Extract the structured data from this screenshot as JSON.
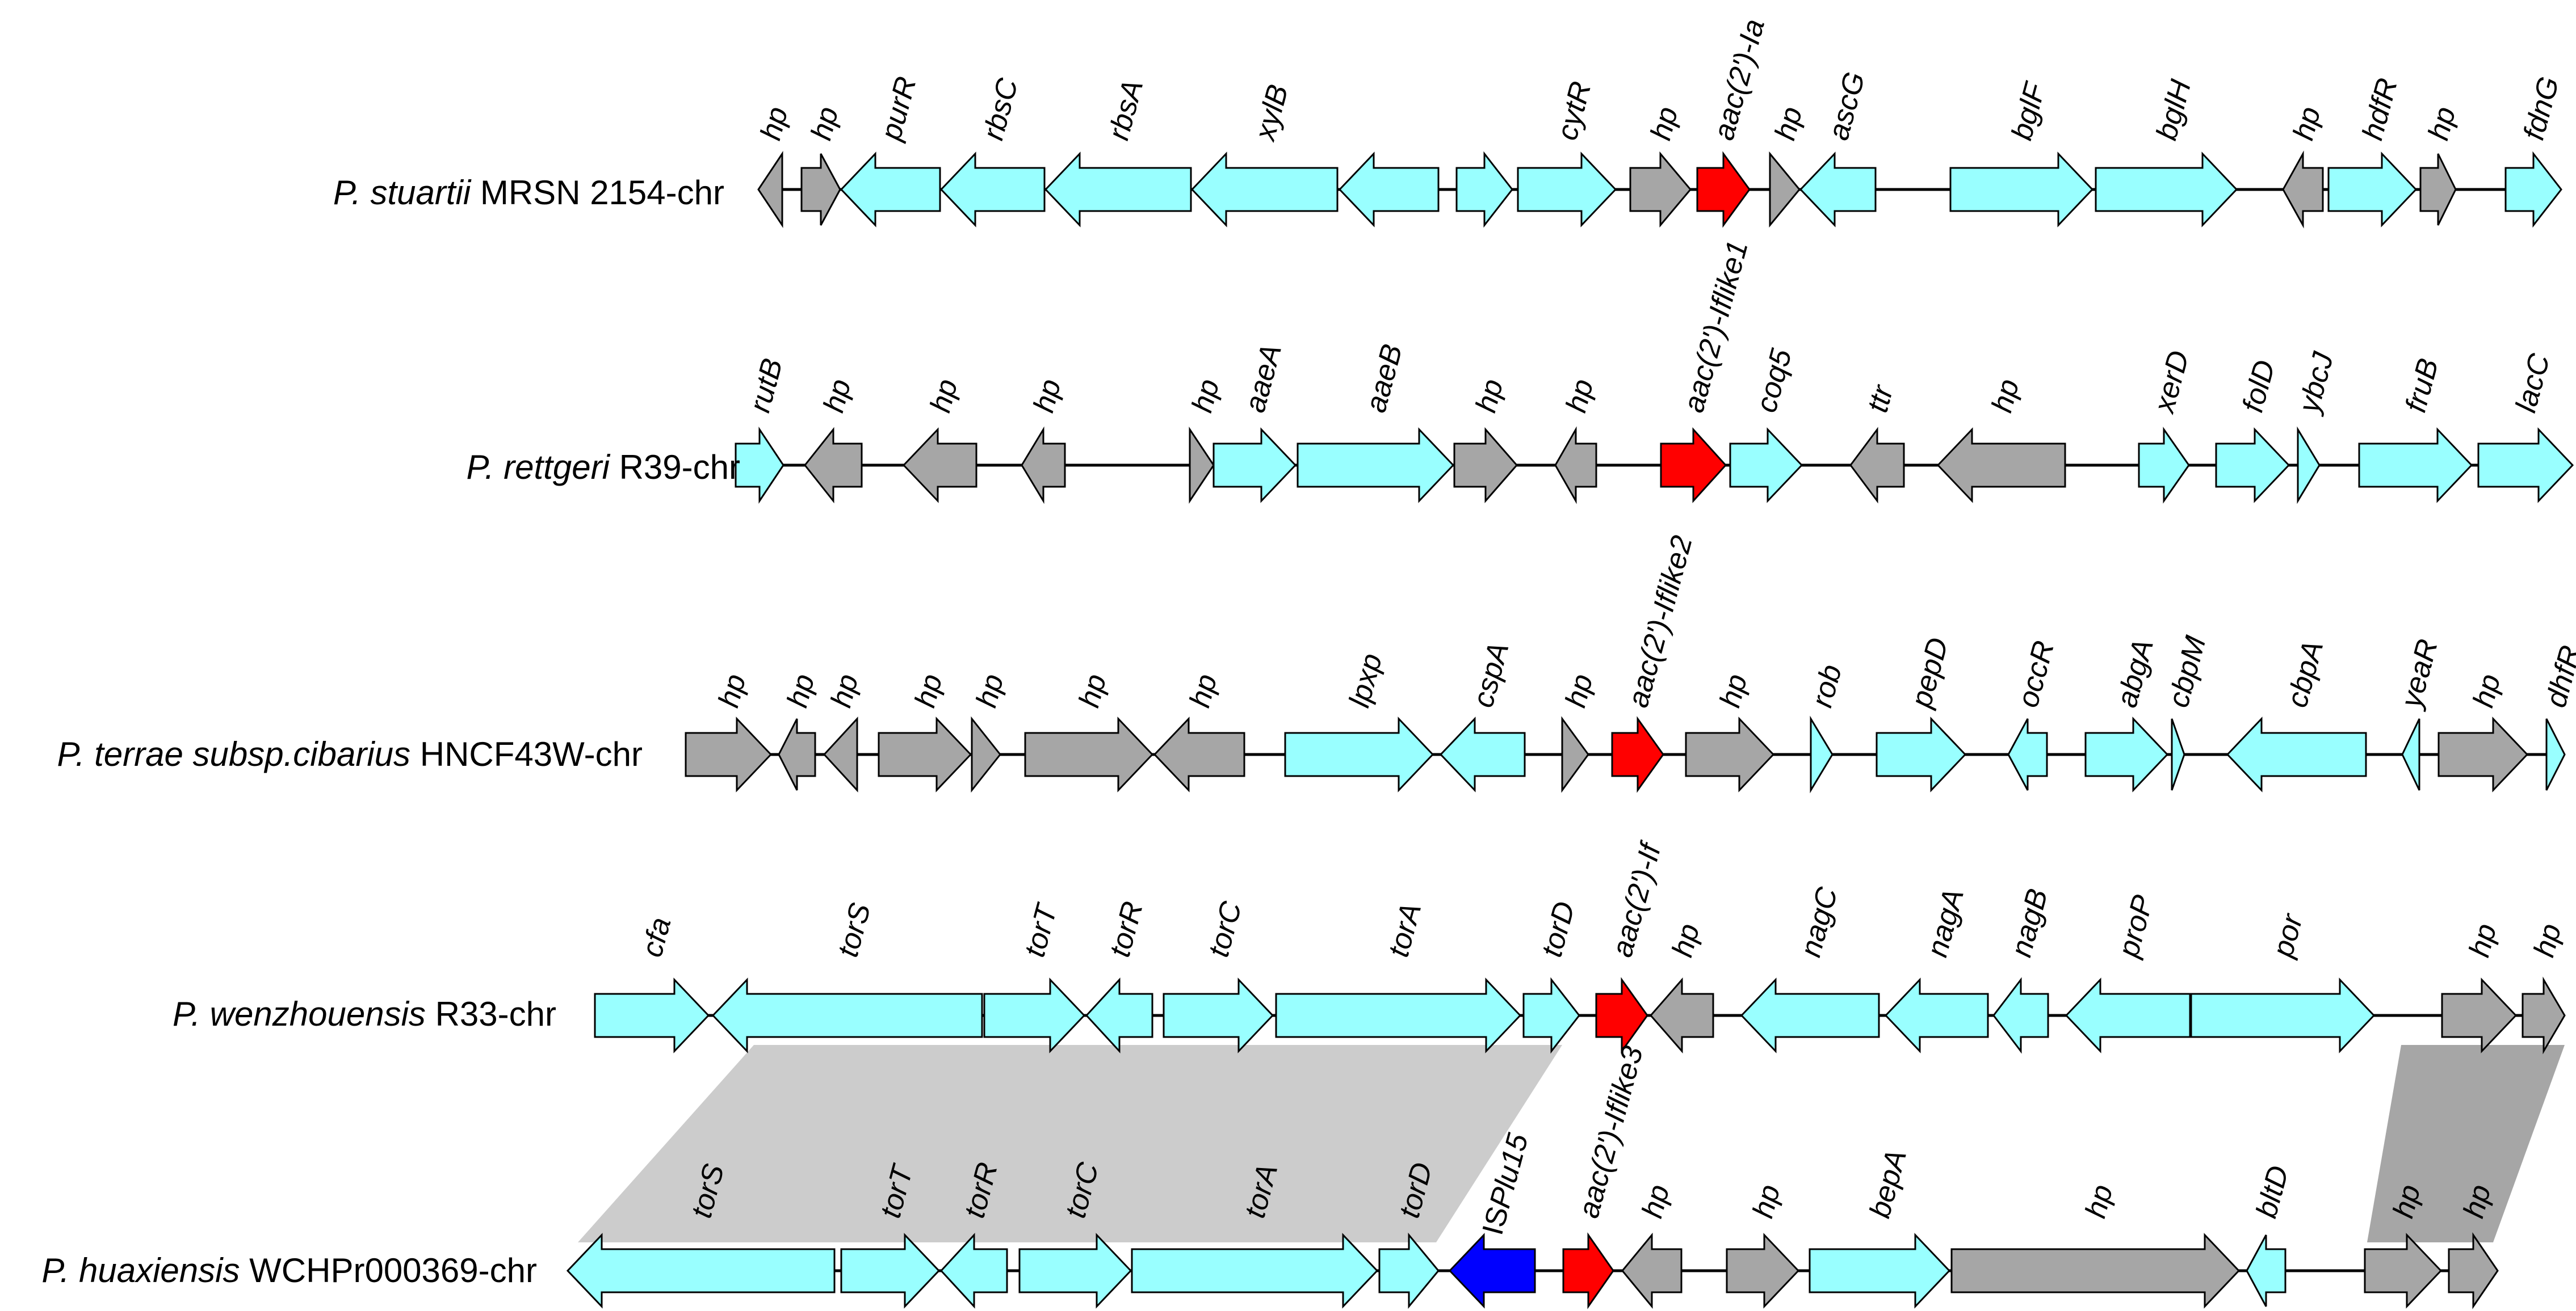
{
  "colors": {
    "hypothetical": "#a6a6a6",
    "gene": "#99ffff",
    "aac": "#ff0000",
    "is_element": "#0000ff",
    "synteny_light": "#cccccc",
    "synteny_dark": "#a6a6a6",
    "outline": "#000000"
  },
  "tracks": [
    {
      "species": "P. stuartii",
      "strain": " MRSN 2154-chr",
      "genes": [
        {
          "label": "hp",
          "kind": "hp",
          "strand": "-"
        },
        {
          "label": "hp",
          "kind": "hp",
          "strand": "+"
        },
        {
          "label": "purR",
          "kind": "gene",
          "strand": "-"
        },
        {
          "label": "rbsC",
          "kind": "gene",
          "strand": "-"
        },
        {
          "label": "rbsA",
          "kind": "gene",
          "strand": "-"
        },
        {
          "label": "xylB",
          "kind": "gene",
          "strand": "-"
        },
        {
          "label": "",
          "kind": "gene",
          "strand": "-"
        },
        {
          "label": "",
          "kind": "gene",
          "strand": "+"
        },
        {
          "label": "cytR",
          "kind": "gene",
          "strand": "+"
        },
        {
          "label": "hp",
          "kind": "hp",
          "strand": "+"
        },
        {
          "label": "aac(2')-Ia",
          "kind": "aac",
          "strand": "+"
        },
        {
          "label": "hp",
          "kind": "hp",
          "strand": "+"
        },
        {
          "label": "ascG",
          "kind": "gene",
          "strand": "-"
        },
        {
          "label": "bglF",
          "kind": "gene",
          "strand": "+"
        },
        {
          "label": "bglH",
          "kind": "gene",
          "strand": "+"
        },
        {
          "label": "hp",
          "kind": "hp",
          "strand": "-"
        },
        {
          "label": "hdfR",
          "kind": "gene",
          "strand": "+"
        },
        {
          "label": "hp",
          "kind": "hp",
          "strand": "+"
        },
        {
          "label": "fdnG",
          "kind": "gene",
          "strand": "+"
        }
      ]
    },
    {
      "species": "P. rettgeri",
      "strain": " R39-chr",
      "genes": [
        {
          "label": "rutB",
          "kind": "gene",
          "strand": "+"
        },
        {
          "label": "hp",
          "kind": "hp",
          "strand": "-"
        },
        {
          "label": "hp",
          "kind": "hp",
          "strand": "-"
        },
        {
          "label": "hp",
          "kind": "hp",
          "strand": "-"
        },
        {
          "label": "hp",
          "kind": "hp",
          "strand": "+"
        },
        {
          "label": "aaeA",
          "kind": "gene",
          "strand": "+"
        },
        {
          "label": "aaeB",
          "kind": "gene",
          "strand": "+"
        },
        {
          "label": "hp",
          "kind": "hp",
          "strand": "+"
        },
        {
          "label": "hp",
          "kind": "hp",
          "strand": "-"
        },
        {
          "label": "aac(2')-Iflike1",
          "kind": "aac",
          "strand": "+"
        },
        {
          "label": "coq5",
          "kind": "gene",
          "strand": "+"
        },
        {
          "label": "ttr",
          "kind": "hp",
          "strand": "-"
        },
        {
          "label": "hp",
          "kind": "hp",
          "strand": "-"
        },
        {
          "label": "xerD",
          "kind": "gene",
          "strand": "+"
        },
        {
          "label": "folD",
          "kind": "gene",
          "strand": "+"
        },
        {
          "label": "ybcJ",
          "kind": "gene",
          "strand": "+"
        },
        {
          "label": "fruB",
          "kind": "gene",
          "strand": "+"
        },
        {
          "label": "lacC",
          "kind": "gene",
          "strand": "+"
        }
      ]
    },
    {
      "species": "P. terrae subsp.cibarius",
      "strain": " HNCF43W-chr",
      "genes": [
        {
          "label": "hp",
          "kind": "hp",
          "strand": "+"
        },
        {
          "label": "hp",
          "kind": "hp",
          "strand": "-"
        },
        {
          "label": "hp",
          "kind": "hp",
          "strand": "-"
        },
        {
          "label": "hp",
          "kind": "hp",
          "strand": "+"
        },
        {
          "label": "hp",
          "kind": "hp",
          "strand": "+"
        },
        {
          "label": "hp",
          "kind": "hp",
          "strand": "+"
        },
        {
          "label": "hp",
          "kind": "hp",
          "strand": "-"
        },
        {
          "label": "lpxp",
          "kind": "gene",
          "strand": "+"
        },
        {
          "label": "cspA",
          "kind": "gene",
          "strand": "-"
        },
        {
          "label": "hp",
          "kind": "hp",
          "strand": "+"
        },
        {
          "label": "aac(2')-Iflike2",
          "kind": "aac",
          "strand": "+"
        },
        {
          "label": "hp",
          "kind": "hp",
          "strand": "+"
        },
        {
          "label": "rob",
          "kind": "gene",
          "strand": "+"
        },
        {
          "label": "pepD",
          "kind": "gene",
          "strand": "+"
        },
        {
          "label": "occR",
          "kind": "gene",
          "strand": "-"
        },
        {
          "label": "abgA",
          "kind": "gene",
          "strand": "+"
        },
        {
          "label": "cbpM",
          "kind": "gene",
          "strand": "+"
        },
        {
          "label": "cbpA",
          "kind": "gene",
          "strand": "-"
        },
        {
          "label": "yeaR",
          "kind": "gene",
          "strand": "-"
        },
        {
          "label": "hp",
          "kind": "hp",
          "strand": "+"
        },
        {
          "label": "dhfR",
          "kind": "gene",
          "strand": "+"
        }
      ]
    },
    {
      "species": "P. wenzhouensis",
      "strain": " R33-chr",
      "genes": [
        {
          "label": "cfa",
          "kind": "gene",
          "strand": "+"
        },
        {
          "label": "torS",
          "kind": "gene",
          "strand": "-"
        },
        {
          "label": "torT",
          "kind": "gene",
          "strand": "+"
        },
        {
          "label": "torR",
          "kind": "gene",
          "strand": "-"
        },
        {
          "label": "torC",
          "kind": "gene",
          "strand": "+"
        },
        {
          "label": "torA",
          "kind": "gene",
          "strand": "+"
        },
        {
          "label": "torD",
          "kind": "gene",
          "strand": "+"
        },
        {
          "label": "aac(2')-If",
          "kind": "aac",
          "strand": "+"
        },
        {
          "label": "hp",
          "kind": "hp",
          "strand": "-"
        },
        {
          "label": "nagC",
          "kind": "gene",
          "strand": "-"
        },
        {
          "label": "nagA",
          "kind": "gene",
          "strand": "-"
        },
        {
          "label": "nagB",
          "kind": "gene",
          "strand": "-"
        },
        {
          "label": "proP",
          "kind": "gene",
          "strand": "-"
        },
        {
          "label": "por",
          "kind": "gene",
          "strand": "+"
        },
        {
          "label": "hp",
          "kind": "hp",
          "strand": "+"
        },
        {
          "label": "hp",
          "kind": "hp",
          "strand": "+"
        }
      ]
    },
    {
      "species": "P.  huaxiensis",
      "strain": " WCHPr000369-chr",
      "genes": [
        {
          "label": "torS",
          "kind": "gene",
          "strand": "-"
        },
        {
          "label": "torT",
          "kind": "gene",
          "strand": "+"
        },
        {
          "label": "torR",
          "kind": "gene",
          "strand": "-"
        },
        {
          "label": "torC",
          "kind": "gene",
          "strand": "+"
        },
        {
          "label": "torA",
          "kind": "gene",
          "strand": "+"
        },
        {
          "label": "torD",
          "kind": "gene",
          "strand": "+"
        },
        {
          "label": "ISPlu15",
          "kind": "is",
          "strand": "-"
        },
        {
          "label": "aac(2')-Iflike3",
          "kind": "aac",
          "strand": "+"
        },
        {
          "label": "hp",
          "kind": "hp",
          "strand": "-"
        },
        {
          "label": "hp",
          "kind": "hp",
          "strand": "+"
        },
        {
          "label": "bepA",
          "kind": "gene",
          "strand": "+"
        },
        {
          "label": "hp",
          "kind": "hp",
          "strand": "+"
        },
        {
          "label": "bltD",
          "kind": "gene",
          "strand": "-"
        },
        {
          "label": "hp",
          "kind": "hp",
          "strand": "+"
        },
        {
          "label": "hp",
          "kind": "hp",
          "strand": "+"
        }
      ]
    }
  ]
}
